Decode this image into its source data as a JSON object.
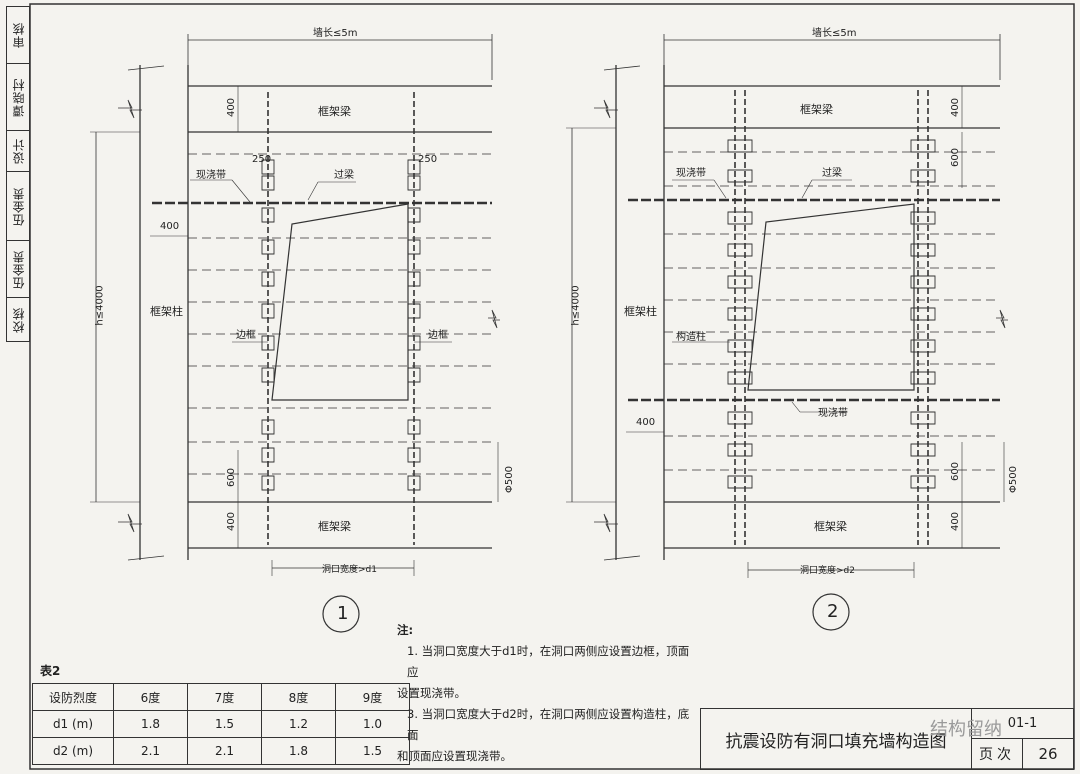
{
  "sidebar": [
    "审核",
    "伍金贵",
    "设计",
    "谭晓村",
    "校核"
  ],
  "figure1": {
    "number": "1",
    "wall_length": "墙长≤5m",
    "height": "h≤4000",
    "dim_400_top": "400",
    "dim_250": "250",
    "dim_250_right": "250",
    "dim_400_left": "400",
    "dim_600": "600",
    "dim_400_bottom": "400",
    "dim_500": "Φ500",
    "frame_beam_top": "框架梁",
    "frame_beam_bottom": "框架梁",
    "frame_column": "框架柱",
    "cast_band": "现浇带",
    "lintel": "过梁",
    "side_frame_left": "边框",
    "side_frame_right": "边框",
    "opening_width": "洞口宽度>d1"
  },
  "figure2": {
    "number": "2",
    "wall_length": "墙长≤5m",
    "height": "h≤4000",
    "dim_400_top": "400",
    "dim_600_top": "600",
    "dim_400_left": "400",
    "dim_600": "600",
    "dim_400_bottom": "400",
    "dim_500": "Φ500",
    "frame_beam_top": "框架梁",
    "frame_beam_bottom": "框架梁",
    "frame_column": "框架柱",
    "cast_band_top": "现浇带",
    "cast_band_bottom": "现浇带",
    "lintel": "过梁",
    "structural_column": "构造柱",
    "opening_width": "洞口宽度>d2"
  },
  "notes": {
    "title": "注:",
    "line1": "1. 当洞口宽度大于d1时，在洞口两侧应设置边框，顶面应",
    "line2": "设置现浇带。",
    "line3": "3. 当洞口宽度大于d2时，在洞口两侧应设置构造柱，底面",
    "line4": "和顶面应设置现浇带。"
  },
  "table2": {
    "caption": "表2",
    "header": [
      "设防烈度",
      "6度",
      "7度",
      "8度",
      "9度"
    ],
    "rows": [
      [
        "d1 (m)",
        "1.8",
        "1.5",
        "1.2",
        "1.0"
      ],
      [
        "d2 (m)",
        "2.1",
        "2.1",
        "1.8",
        "1.5"
      ]
    ]
  },
  "titleblock": {
    "title": "抗震设防有洞口填充墙构造图",
    "code": "01-1",
    "page_label": "页次",
    "page_number": "26"
  },
  "watermark": "结构留纳"
}
